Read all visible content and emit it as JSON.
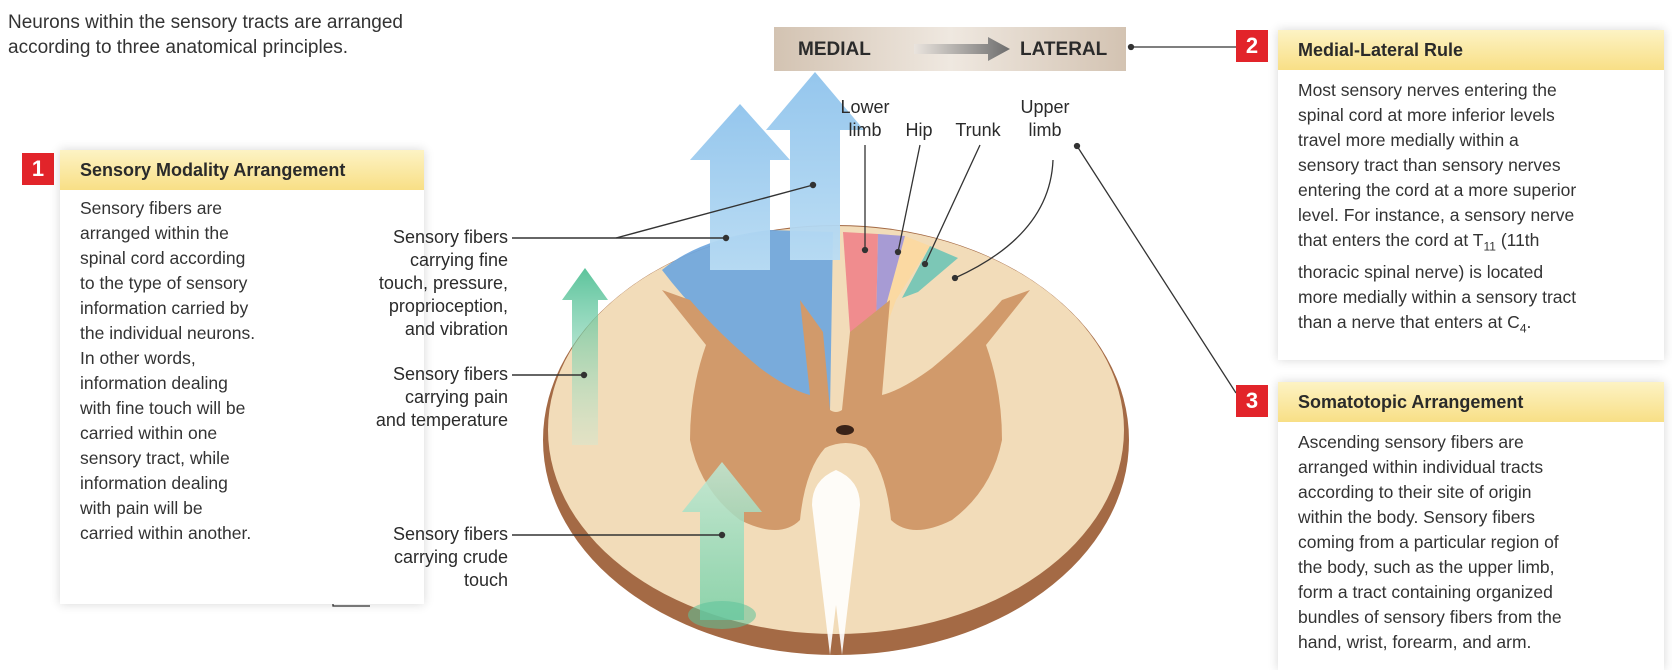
{
  "intro": [
    "Neurons within the sensory tracts are arranged",
    "according to three anatomical principles."
  ],
  "direction_bar": {
    "left": "MEDIAL",
    "right": "LATERAL"
  },
  "boxes": {
    "modality": {
      "number": "1",
      "title": "Sensory Modality Arrangement",
      "lines": [
        "Sensory fibers are",
        "arranged within the",
        "spinal cord according",
        "to the type of sensory",
        "information carried by",
        "the individual neurons.",
        "In other words,",
        "information dealing",
        "with fine touch will be",
        "carried within one",
        "sensory tract, while",
        "information dealing",
        "with pain will be",
        "carried within another."
      ]
    },
    "medial_lateral": {
      "number": "2",
      "title": "Medial-Lateral Rule",
      "lines": [
        "Most sensory nerves entering the",
        "spinal cord at more inferior levels",
        "travel more medially within a",
        "sensory tract than sensory nerves",
        "entering the cord at a more superior",
        "level. For instance, a sensory nerve"
      ],
      "t11_pre": "that enters the cord at T",
      "t11_sub": "11",
      "t11_post": " (11th",
      "lines_b": [
        "thoracic spinal nerve) is located",
        "more medially within a sensory tract"
      ],
      "c4_pre": "than a nerve that enters at C",
      "c4_sub": "4",
      "c4_post": "."
    },
    "somatotopic": {
      "number": "3",
      "title": "Somatotopic Arrangement",
      "lines": [
        "Ascending sensory fibers are",
        "arranged within individual tracts",
        "according to their site of origin",
        "within the body. Sensory fibers",
        "coming from a particular region of",
        "the body, such as the upper limb,",
        "form a tract containing organized",
        "bundles of sensory fibers from the",
        "hand, wrist, forearm, and arm."
      ]
    }
  },
  "fiber_labels": {
    "fine_touch": [
      "Sensory fibers",
      "carrying fine",
      "touch, pressure,",
      "proprioception,",
      "and vibration"
    ],
    "pain": [
      "Sensory fibers",
      "carrying pain",
      "and temperature"
    ],
    "crude": [
      "Sensory fibers",
      "carrying crude",
      "touch"
    ]
  },
  "segment_labels": {
    "lower_limb": [
      "Lower",
      "limb"
    ],
    "hip": "Hip",
    "trunk": "Trunk",
    "upper_limb": [
      "Upper",
      "limb"
    ]
  },
  "colors": {
    "accent_red": "#e2242a",
    "box_header": "#f8df86",
    "white_matter": "#f2dcb9",
    "gray_matter": "#d19a6b",
    "cord_rim": "#a46a45",
    "fine_touch_tract": "#6fa6dd",
    "crude_touch_arrow": "#5cc39a",
    "lower_limb": "#f08c8e",
    "hip": "#a79bd4",
    "trunk": "#fbd9a2",
    "upper_limb": "#7cc7b6"
  }
}
